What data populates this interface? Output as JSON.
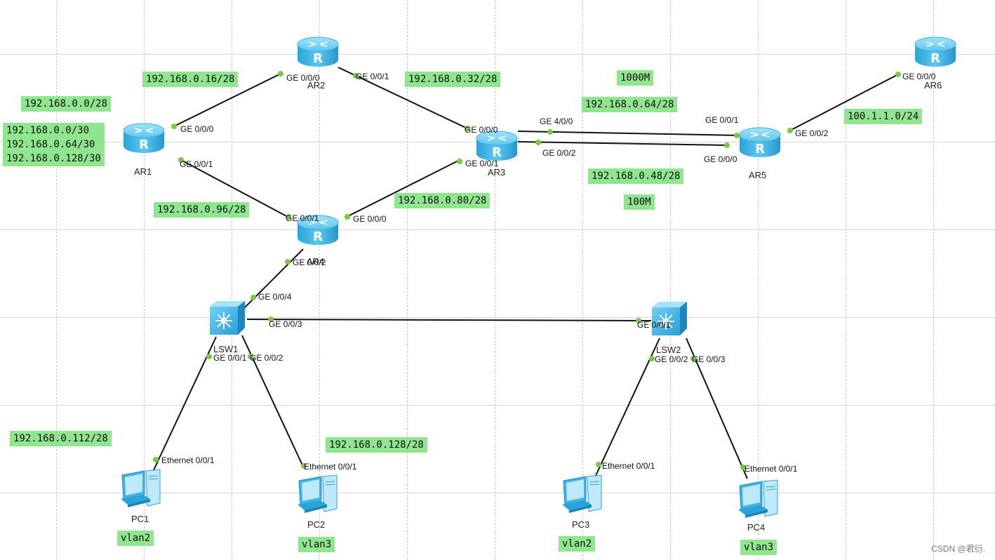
{
  "devices": {
    "ar1": {
      "label": "AR1"
    },
    "ar2": {
      "label": "AR2"
    },
    "ar3": {
      "label": "AR3"
    },
    "ar4": {
      "label": "AR4"
    },
    "ar5": {
      "label": "AR5"
    },
    "ar6": {
      "label": "AR6"
    },
    "lsw1": {
      "label": "LSW1"
    },
    "lsw2": {
      "label": "LSW2"
    },
    "pc1": {
      "label": "PC1"
    },
    "pc2": {
      "label": "PC2"
    },
    "pc3": {
      "label": "PC3"
    },
    "pc4": {
      "label": "PC4"
    }
  },
  "ports": {
    "ar1_g000": "GE 0/0/0",
    "ar1_g001": "GE 0/0/1",
    "ar2_g000": "GE 0/0/0",
    "ar2_g001": "GE 0/0/1",
    "ar3_g000": "GE 0/0/0",
    "ar3_g001": "GE 0/0/1",
    "ar3_g400": "GE 4/0/0",
    "ar3_g002": "GE 0/0/2",
    "ar4_g001": "GE 0/0/1",
    "ar4_g000": "GE 0/0/0",
    "ar4_g002": "GE 0/0/2",
    "ar5_g001": "GE 0/0/1",
    "ar5_g000": "GE 0/0/0",
    "ar5_g002": "GE 0/0/2",
    "ar6_g000": "GE 0/0/0",
    "lsw1_g004": "GE 0/0/4",
    "lsw1_g003": "GE 0/0/3",
    "lsw1_g001": "GE 0/0/1",
    "lsw1_g002": "GE 0/0/2",
    "lsw2_g001": "GE 0/0/1",
    "lsw2_g002": "GE 0/0/2",
    "lsw2_g003": "GE 0/0/3",
    "pc1_eth": "Ethernet 0/0/1",
    "pc2_eth": "Ethernet 0/0/1",
    "pc3_eth": "Ethernet 0/0/1",
    "pc4_eth": "Ethernet 0/0/1"
  },
  "notes": {
    "n_0_0_28": "192.168.0.0/28",
    "n_ar1_loopbacks": "192.168.0.0/30\n192.168.0.64/30\n192.168.0.128/30",
    "n_16_28": "192.168.0.16/28",
    "n_32_28": "192.168.0.32/28",
    "n_1000m": "1000M",
    "n_64_28": "192.168.0.64/28",
    "n_100_1_1": "100.1.1.0/24",
    "n_48_28": "192.168.0.48/28",
    "n_100m": "100M",
    "n_80_28": "192.168.0.80/28",
    "n_96_28": "192.168.0.96/28",
    "n_112_28": "192.168.0.112/28",
    "n_128_28": "192.168.0.128/28",
    "n_pc1_vlan": "vlan2",
    "n_pc2_vlan": "vlan3",
    "n_pc3_vlan": "vlan2",
    "n_pc4_vlan": "vlan3"
  },
  "watermark": "CSDN @君衍.",
  "colors": {
    "note_bg": "#8fe68f",
    "port_dot": "#7ac943",
    "router_body": "#43b7e6",
    "link": "#111111"
  }
}
